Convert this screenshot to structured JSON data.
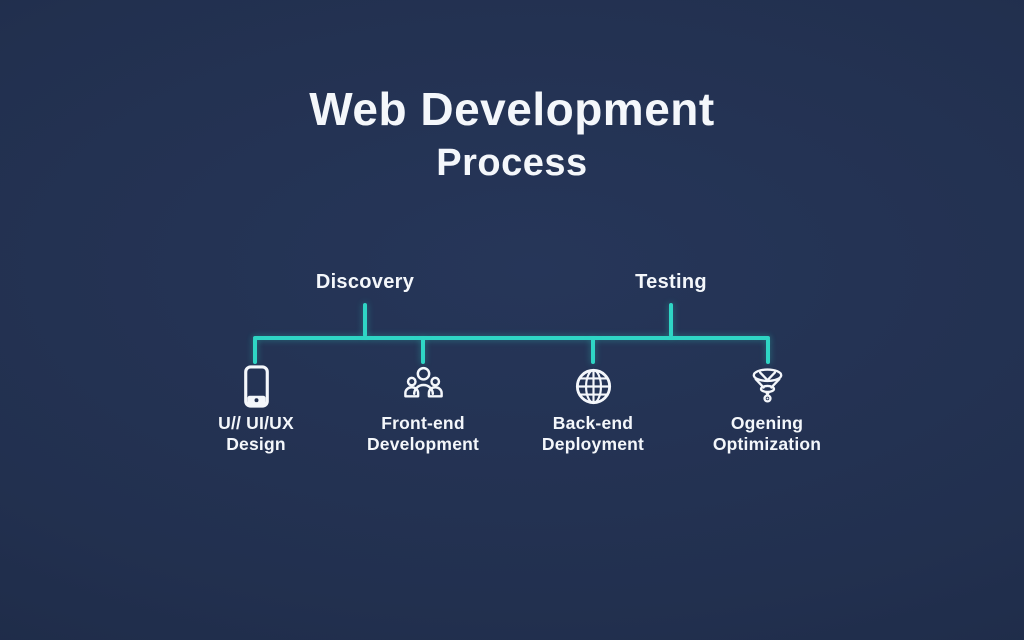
{
  "colors": {
    "bg": "#22304f",
    "bg_center": "#263659",
    "bg_edge": "#1b2843",
    "accent": "#2fd6c5",
    "text": "#f4f7fb"
  },
  "title": {
    "line1": "Web Development",
    "line2": "Process"
  },
  "timeline": {
    "phases": [
      {
        "label": "Discovery"
      },
      {
        "label": "Testing"
      }
    ]
  },
  "stages": [
    {
      "icon": "smartphone-icon",
      "label_line1": "U// UI/UX",
      "label_line2": "Design"
    },
    {
      "icon": "team-icon",
      "label_line1": "Front-end",
      "label_line2": "Development"
    },
    {
      "icon": "globe-icon",
      "label_line1": "Back-end",
      "label_line2": "Deployment"
    },
    {
      "icon": "funnel-icon",
      "label_line1": "Ogening",
      "label_line2": "Optimization"
    }
  ]
}
